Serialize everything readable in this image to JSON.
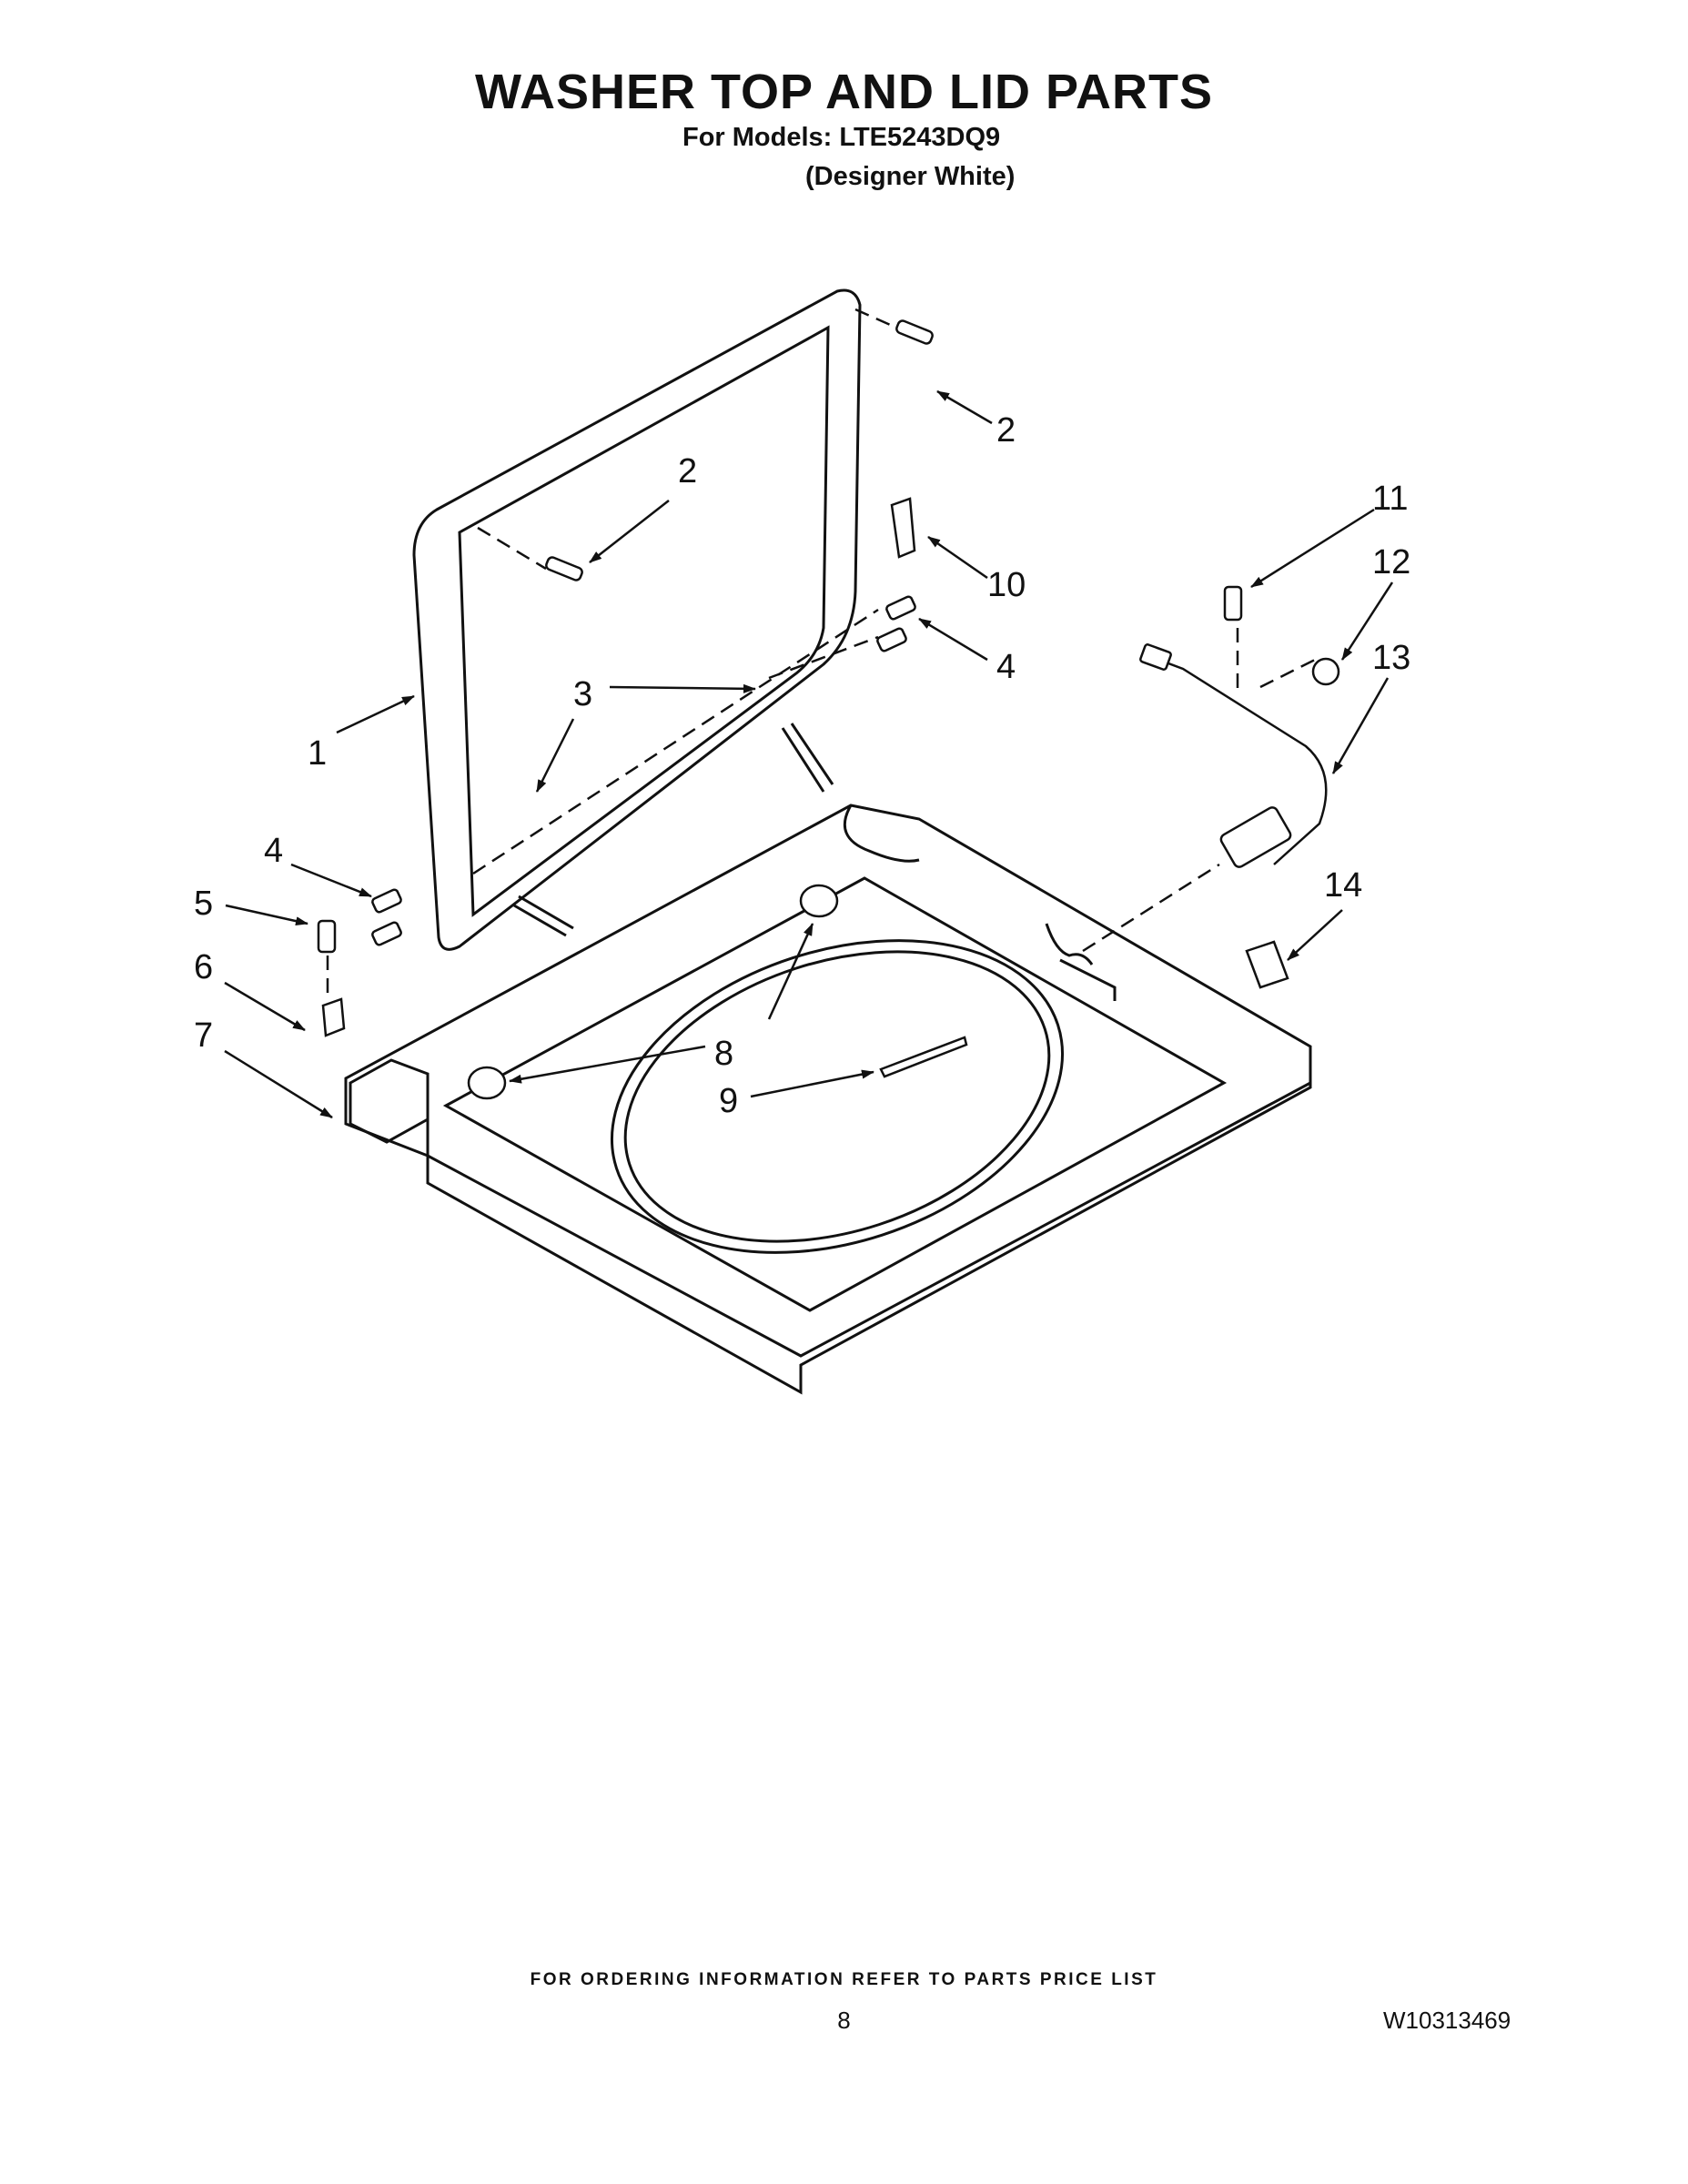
{
  "header": {
    "title": "WASHER TOP AND LID PARTS",
    "models_line": "For Models: LTE5243DQ9",
    "color_line": "(Designer White)"
  },
  "callouts": {
    "c1": "1",
    "c2a": "2",
    "c2b": "2",
    "c3": "3",
    "c4a": "4",
    "c4b": "4",
    "c5": "5",
    "c6": "6",
    "c7": "7",
    "c8": "8",
    "c9": "9",
    "c10": "10",
    "c11": "11",
    "c12": "12",
    "c13": "13",
    "c14": "14"
  },
  "footer": {
    "ordering_info": "FOR ORDERING INFORMATION REFER TO PARTS PRICE LIST",
    "page_number": "8",
    "document_number": "W10313469"
  }
}
